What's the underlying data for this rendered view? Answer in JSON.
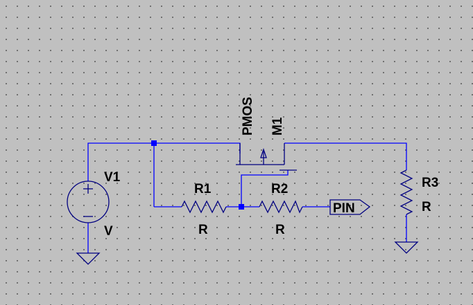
{
  "components": {
    "v1": {
      "name": "V1",
      "value": "V"
    },
    "r1": {
      "name": "R1",
      "value": "R"
    },
    "r2": {
      "name": "R2",
      "value": "R"
    },
    "r3": {
      "name": "R3",
      "value": "R"
    },
    "m1": {
      "name": "M1",
      "model": "PMOS"
    }
  },
  "port": {
    "label": "PIN"
  },
  "colors": {
    "wire": "#0000ff",
    "component": "#000080",
    "background": "#c0c0c0",
    "grid_dot": "#5a5a5a"
  }
}
